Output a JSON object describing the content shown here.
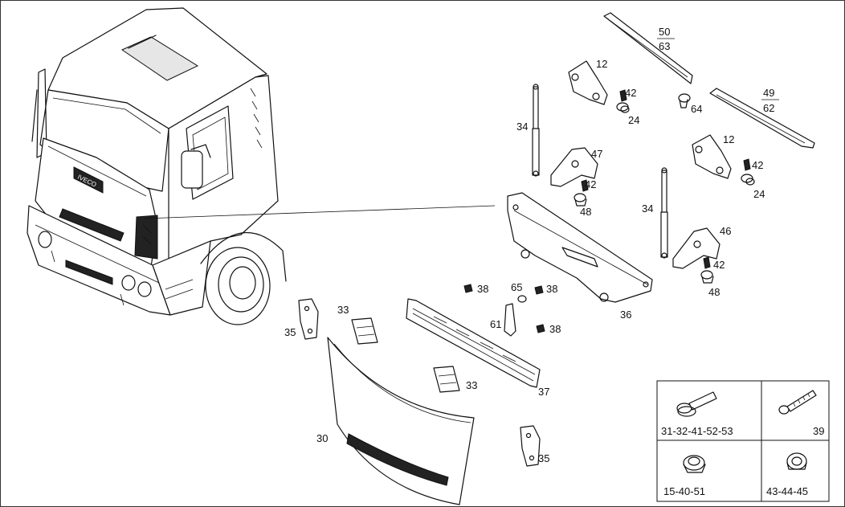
{
  "labels": {
    "l50": "50",
    "l63": "63",
    "l49": "49",
    "l62": "62",
    "l12a": "12",
    "l42a": "42",
    "l24a": "24",
    "l64": "64",
    "l34a": "34",
    "l47": "47",
    "l42b": "42",
    "l48a": "48",
    "l12b": "12",
    "l42c": "42",
    "l24b": "24",
    "l34b": "34",
    "l46": "46",
    "l42d": "42",
    "l48b": "48",
    "l36": "36",
    "l38a": "38",
    "l65": "65",
    "l38b": "38",
    "l61": "61",
    "l38c": "38",
    "l37": "37",
    "l35a": "35",
    "l33a": "33",
    "l33b": "33",
    "l30": "30",
    "l35b": "35"
  },
  "legend": {
    "cell1": "31-32-41-52-53",
    "cell2": "39",
    "cell3": "15-40-51",
    "cell4": "43-44-45"
  }
}
